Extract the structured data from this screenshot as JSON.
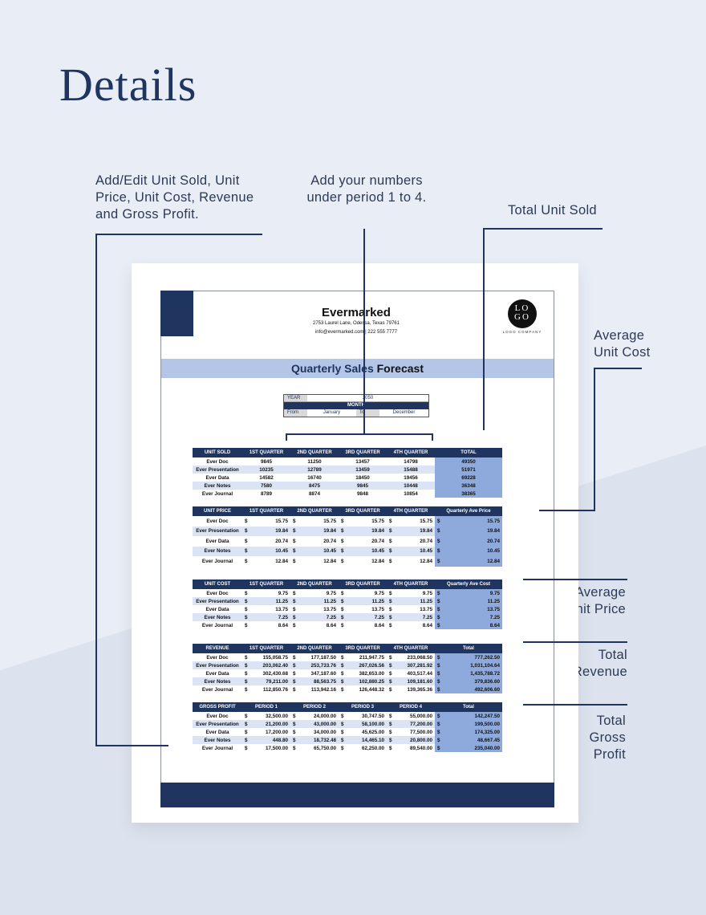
{
  "heading": "Details",
  "callouts": {
    "add_edit": "Add/Edit Unit Sold, Unit Price, Unit Cost, Revenue and Gross Profit.",
    "add_numbers": "Add your numbers under period 1 to 4.",
    "total_unit_sold": "Total Unit Sold",
    "average_unit_cost": "Average Unit Cost",
    "average_unit_price": "Average Unit Price",
    "total_revenue": "Total Revenue",
    "total_gross_profit": "Total Gross Profit"
  },
  "document": {
    "company": "Evermarked",
    "address": "2753 Laurel Lane, Odessa, Texas 79761",
    "contact": "info@evermarked.com | 222 555 7777",
    "logo_text": "LO GO",
    "logo_caption": "LOGO COMPANY",
    "title_main": "Quarterly Sales",
    "title_tail": "Forecast",
    "info": {
      "year_label": "YEAR",
      "year_value": "2050",
      "month_label": "MONTH",
      "from_label": "From",
      "from_value": "January",
      "to_label": "To",
      "to_value": "December"
    }
  },
  "tables": {
    "unit_sold": {
      "headers": [
        "UNIT SOLD",
        "1ST QUARTER",
        "2ND QUARTER",
        "3RD QUARTER",
        "4TH QUARTER",
        "TOTAL"
      ],
      "rows": [
        [
          "Ever Doc",
          "9845",
          "11250",
          "13457",
          "14798",
          "49350"
        ],
        [
          "Ever Presentation",
          "10235",
          "12789",
          "13459",
          "15488",
          "51971"
        ],
        [
          "Ever Data",
          "14582",
          "16740",
          "18450",
          "19456",
          "69228"
        ],
        [
          "Ever Notes",
          "7580",
          "8475",
          "9845",
          "10448",
          "36348"
        ],
        [
          "Ever Journal",
          "8789",
          "8874",
          "9848",
          "10854",
          "38365"
        ]
      ]
    },
    "unit_price": {
      "headers": [
        "UNIT PRICE",
        "1ST QUARTER",
        "2ND QUARTER",
        "3RD QUARTER",
        "4TH QUARTER",
        "Quarterly Ave Price"
      ],
      "rows": [
        [
          "Ever Doc",
          "15.75",
          "15.75",
          "15.75",
          "15.75",
          "15.75"
        ],
        [
          "Ever Presentation",
          "19.84",
          "19.84",
          "19.84",
          "19.84",
          "19.84"
        ],
        [
          "Ever Data",
          "20.74",
          "20.74",
          "20.74",
          "20.74",
          "20.74"
        ],
        [
          "Ever Notes",
          "10.45",
          "10.45",
          "10.45",
          "10.45",
          "10.45"
        ],
        [
          "Ever Journal",
          "12.84",
          "12.84",
          "12.84",
          "12.84",
          "12.84"
        ]
      ]
    },
    "unit_cost": {
      "headers": [
        "UNIT COST",
        "1ST QUARTER",
        "2ND QUARTER",
        "3RD QUARTER",
        "4TH QUARTER",
        "Quarterly Ave Cost"
      ],
      "rows": [
        [
          "Ever Doc",
          "9.75",
          "9.75",
          "9.75",
          "9.75",
          "9.75"
        ],
        [
          "Ever Presentation",
          "11.25",
          "11.25",
          "11.25",
          "11.25",
          "11.25"
        ],
        [
          "Ever Data",
          "13.75",
          "13.75",
          "13.75",
          "13.75",
          "13.75"
        ],
        [
          "Ever Notes",
          "7.25",
          "7.25",
          "7.25",
          "7.25",
          "7.25"
        ],
        [
          "Ever Journal",
          "8.64",
          "8.64",
          "8.64",
          "8.64",
          "8.64"
        ]
      ]
    },
    "revenue": {
      "headers": [
        "REVENUE",
        "1ST QUARTER",
        "2ND QUARTER",
        "3RD QUARTER",
        "4TH QUARTER",
        "Total"
      ],
      "rows": [
        [
          "Ever Doc",
          "155,058.75",
          "177,187.50",
          "211,947.75",
          "233,068.50",
          "777,262.50"
        ],
        [
          "Ever Presentation",
          "203,062.40",
          "253,733.76",
          "267,026.56",
          "307,281.92",
          "1,031,104.64"
        ],
        [
          "Ever Data",
          "302,430.68",
          "347,187.60",
          "382,653.00",
          "403,517.44",
          "1,435,788.72"
        ],
        [
          "Ever Notes",
          "79,211.00",
          "88,563.75",
          "102,880.25",
          "109,181.60",
          "379,836.60"
        ],
        [
          "Ever Journal",
          "112,850.76",
          "113,942.16",
          "126,448.32",
          "139,365.36",
          "492,606.60"
        ]
      ]
    },
    "gross_profit": {
      "headers": [
        "GROSS PROFIT",
        "PERIOD 1",
        "PERIOD 2",
        "PERIOD 3",
        "PERIOD 4",
        "Total"
      ],
      "rows": [
        [
          "Ever Doc",
          "32,500.00",
          "24,000.00",
          "30,747.50",
          "55,000.00",
          "142,247.50"
        ],
        [
          "Ever Presentation",
          "21,200.00",
          "43,000.00",
          "58,100.00",
          "77,200.00",
          "199,500.00"
        ],
        [
          "Ever Data",
          "17,200.00",
          "34,000.00",
          "45,625.00",
          "77,500.00",
          "174,325.00"
        ],
        [
          "Ever Notes",
          "448.80",
          "18,732.48",
          "14,465.10",
          "20,800.00",
          "48,667.45"
        ],
        [
          "Ever Journal",
          "17,500.00",
          "65,750.00",
          "62,250.00",
          "89,540.00",
          "235,040.00"
        ]
      ]
    }
  },
  "currency_symbol": "$",
  "colors": {
    "navy": "#1f3560",
    "light_band": "#b4c6e7",
    "total_col": "#8ea9db",
    "row_alt": "#dbe4f4"
  }
}
